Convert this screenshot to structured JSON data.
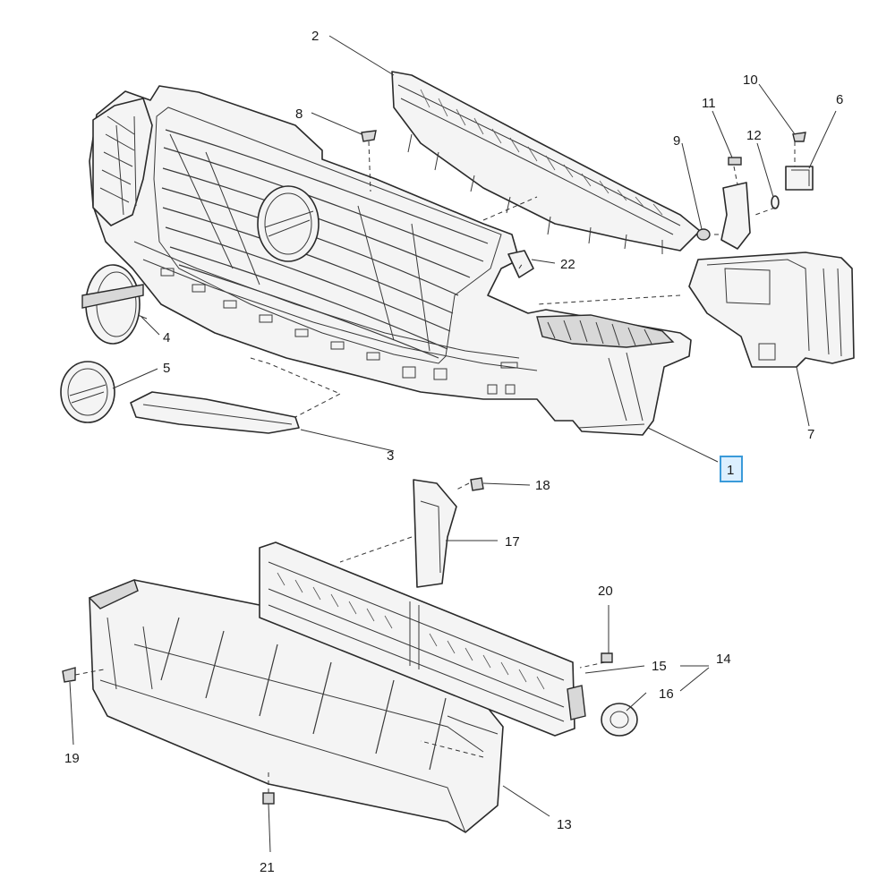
{
  "diagram": {
    "highlighted_callout": "1",
    "callouts": [
      {
        "id": "c1",
        "label": "1"
      },
      {
        "id": "c2",
        "label": "2"
      },
      {
        "id": "c3",
        "label": "3"
      },
      {
        "id": "c4",
        "label": "4"
      },
      {
        "id": "c5",
        "label": "5"
      },
      {
        "id": "c6",
        "label": "6"
      },
      {
        "id": "c7",
        "label": "7"
      },
      {
        "id": "c8",
        "label": "8"
      },
      {
        "id": "c9",
        "label": "9"
      },
      {
        "id": "c10",
        "label": "10"
      },
      {
        "id": "c11",
        "label": "11"
      },
      {
        "id": "c12",
        "label": "12"
      },
      {
        "id": "c13",
        "label": "13"
      },
      {
        "id": "c14",
        "label": "14"
      },
      {
        "id": "c15",
        "label": "15"
      },
      {
        "id": "c16",
        "label": "16"
      },
      {
        "id": "c17",
        "label": "17"
      },
      {
        "id": "c18",
        "label": "18"
      },
      {
        "id": "c19",
        "label": "19"
      },
      {
        "id": "c20",
        "label": "20"
      },
      {
        "id": "c21",
        "label": "21"
      },
      {
        "id": "c22",
        "label": "22"
      }
    ]
  }
}
